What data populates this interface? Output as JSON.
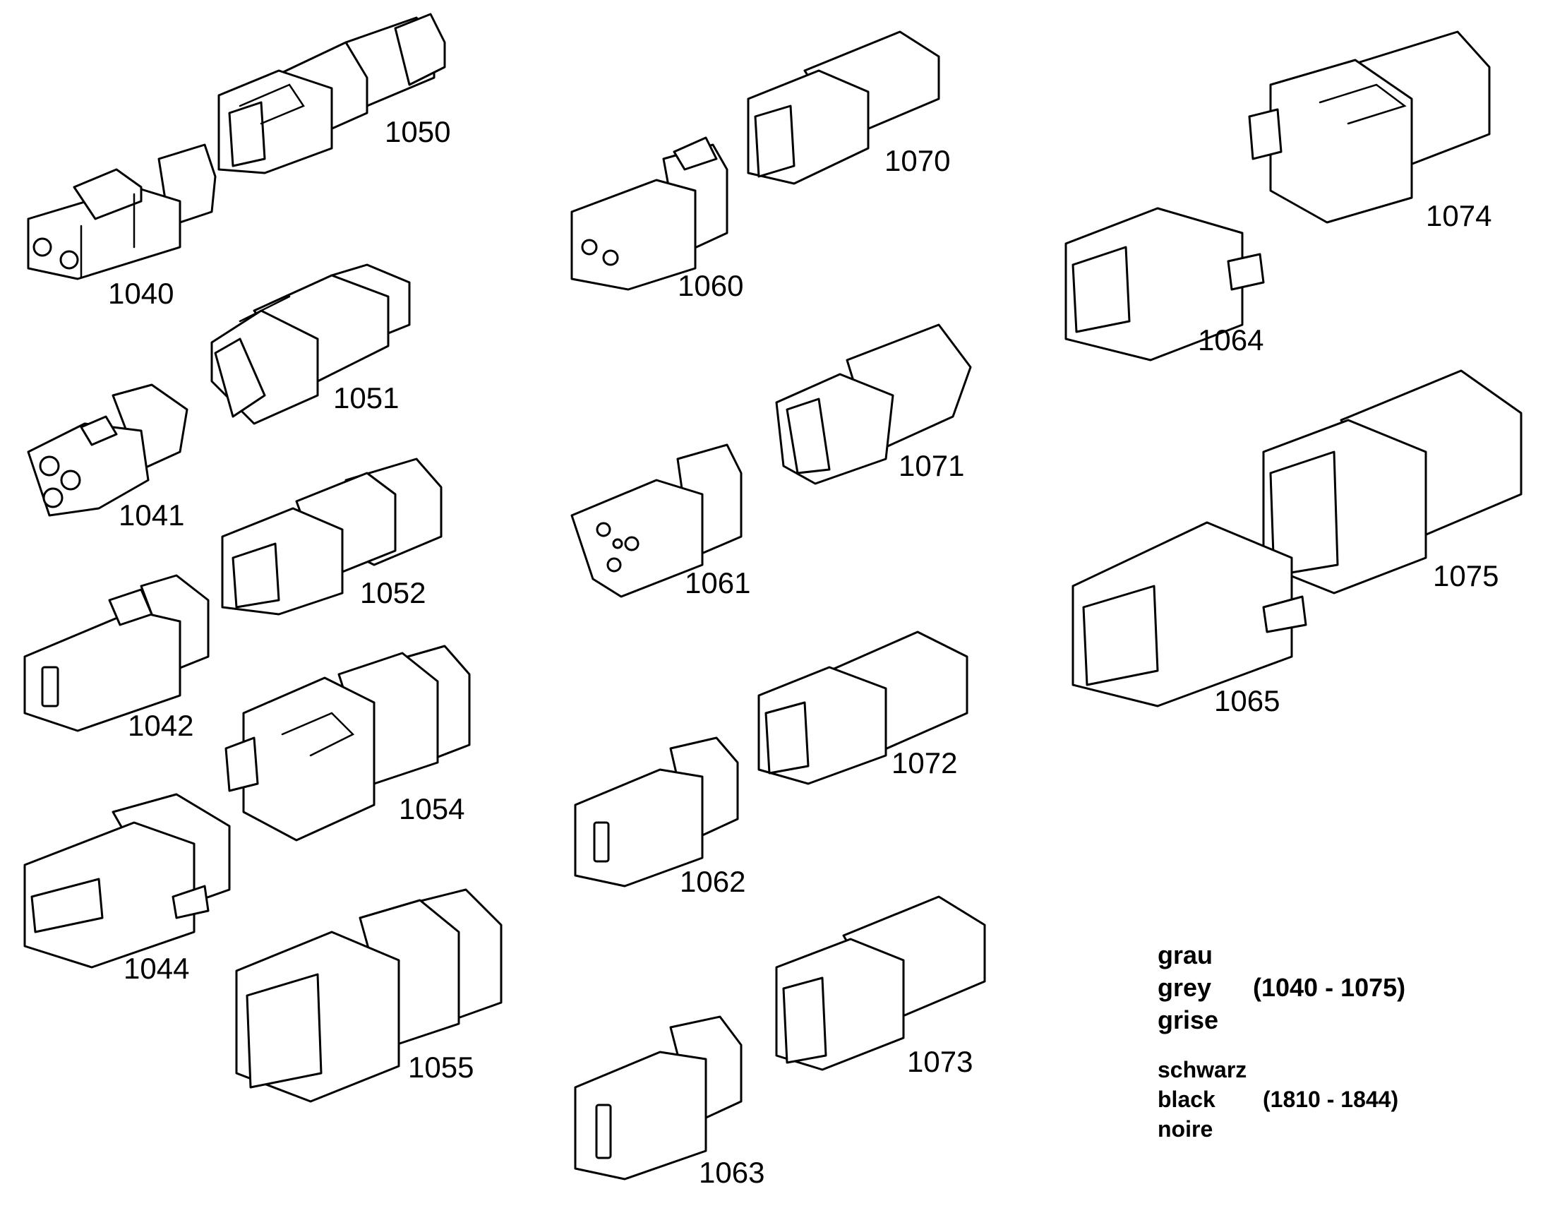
{
  "parts": [
    {
      "id": "1050",
      "label": "1050",
      "shape": "2-way-plug"
    },
    {
      "id": "1040",
      "label": "1040",
      "shape": "2-way-receptacle"
    },
    {
      "id": "1051",
      "label": "1051",
      "shape": "3-way-plug"
    },
    {
      "id": "1041",
      "label": "1041",
      "shape": "3-way-receptacle"
    },
    {
      "id": "1052",
      "label": "1052",
      "shape": "4-way-plug"
    },
    {
      "id": "1042",
      "label": "1042",
      "shape": "4-way-receptacle"
    },
    {
      "id": "1054",
      "label": "1054",
      "shape": "6-way-plug"
    },
    {
      "id": "1044",
      "label": "1044",
      "shape": "6-way-receptacle"
    },
    {
      "id": "1055",
      "label": "1055",
      "shape": "8-way-plug"
    },
    {
      "id": "1070",
      "label": "1070",
      "shape": "2-way-plug"
    },
    {
      "id": "1060",
      "label": "1060",
      "shape": "2-way-receptacle"
    },
    {
      "id": "1071",
      "label": "1071",
      "shape": "3-way-plug"
    },
    {
      "id": "1061",
      "label": "1061",
      "shape": "3-way-receptacle"
    },
    {
      "id": "1072",
      "label": "1072",
      "shape": "4-way-plug"
    },
    {
      "id": "1062",
      "label": "1062",
      "shape": "4-way-receptacle"
    },
    {
      "id": "1073",
      "label": "1073",
      "shape": "6-way-plug"
    },
    {
      "id": "1063",
      "label": "1063",
      "shape": "6-way-receptacle"
    },
    {
      "id": "1074",
      "label": "1074",
      "shape": "8-way-plug"
    },
    {
      "id": "1064",
      "label": "1064",
      "shape": "8-way-receptacle"
    },
    {
      "id": "1075",
      "label": "1075",
      "shape": "12-way-plug"
    },
    {
      "id": "1065",
      "label": "1065",
      "shape": "12-way-receptacle"
    }
  ],
  "legend": {
    "grey_de": "grau",
    "grey_en": "grey",
    "grey_range": "(1040 - 1075)",
    "grey_fr": "grise",
    "black_de": "schwarz",
    "black_en": "black",
    "black_range": "(1810 - 1844)",
    "black_fr": "noire"
  }
}
